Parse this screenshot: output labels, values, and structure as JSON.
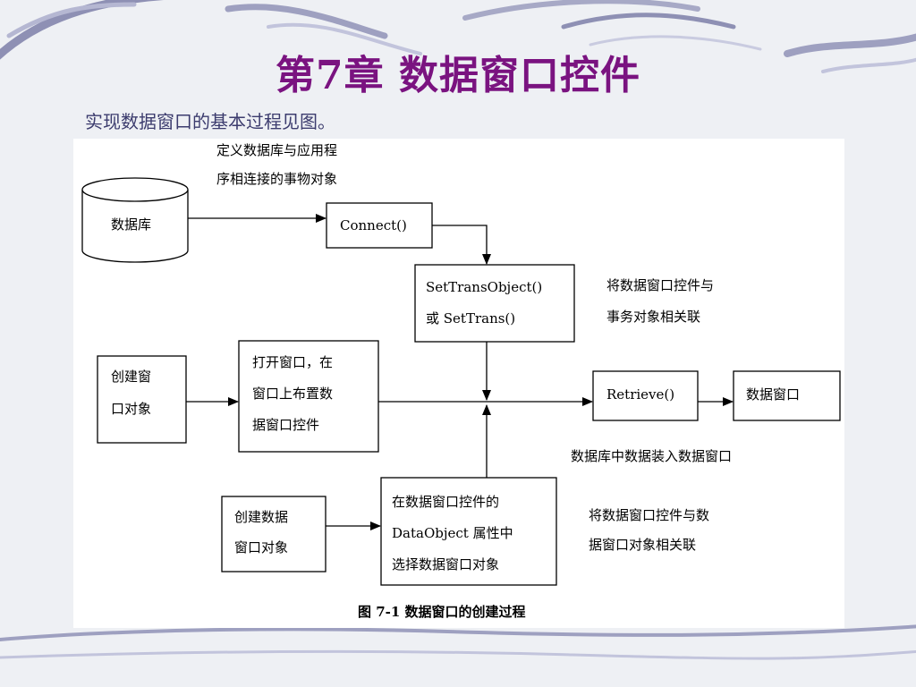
{
  "slide": {
    "title": "第7章  数据窗口控件",
    "intro": "实现数据窗口的基本过程见图。"
  },
  "diagram": {
    "nodes": {
      "database": "数据库",
      "connect": "Connect()",
      "settrans_line1": "SetTransObject()",
      "settrans_line2": "或 SetTrans()",
      "create_window_obj_line1": "创建窗",
      "create_window_obj_line2": "口对象",
      "open_window_line1": "打开窗口，在",
      "open_window_line2": "窗口上布置数",
      "open_window_line3": "据窗口控件",
      "retrieve": "Retrieve()",
      "datawindow": "数据窗口",
      "create_dw_obj_line1": "创建数据",
      "create_dw_obj_line2": "窗口对象",
      "select_dataobject_line1": "在数据窗口控件的",
      "select_dataobject_line2": "DataObject  属性中",
      "select_dataobject_line3": "选择数据窗口对象"
    },
    "annotations": {
      "define_txn_line1": "定义数据库与应用程",
      "define_txn_line2": "序相连接的事物对象",
      "link_txn_line1": "将数据窗口控件与",
      "link_txn_line2": "事务对象相关联",
      "load_data": "数据库中数据装入数据窗口",
      "link_dwobj_line1": "将数据窗口控件与数",
      "link_dwobj_line2": "据窗口对象相关联"
    },
    "caption": "图 7-1  数据窗口的创建过程"
  },
  "colors": {
    "title": "#7a1380",
    "intro": "#3c3c6e",
    "panel": "#ffffff",
    "background": "#eef0f4"
  }
}
